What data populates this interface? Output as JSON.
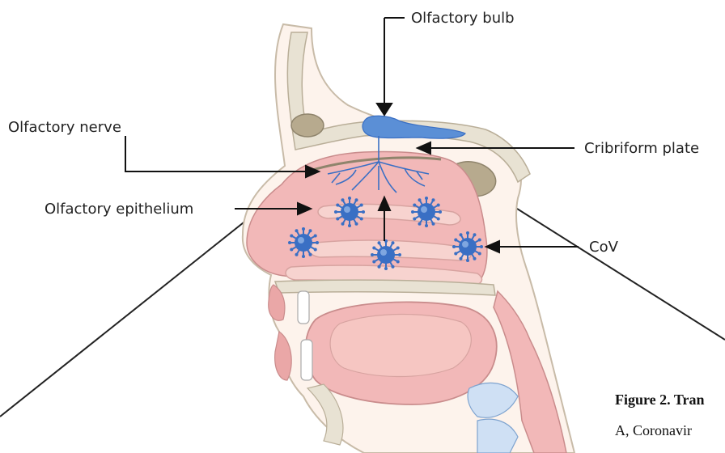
{
  "labels": {
    "olfactory_bulb": "Olfactory bulb",
    "olfactory_nerve": "Olfactory nerve",
    "cribriform_plate": "Cribriform plate",
    "olfactory_epithelium": "Olfactory epithelium",
    "cov": "CoV"
  },
  "caption": {
    "line1": "Figure 2. Tran",
    "line2": "A, Coronavir"
  },
  "colors": {
    "tissue_pink": "#f2b8b8",
    "tissue_light": "#f7d3cf",
    "bone": "#e8e2d3",
    "virus_blue": "#3a6fc4",
    "nerve_blue": "#3a6fc4",
    "bulb_blue": "#5b8fd6"
  }
}
